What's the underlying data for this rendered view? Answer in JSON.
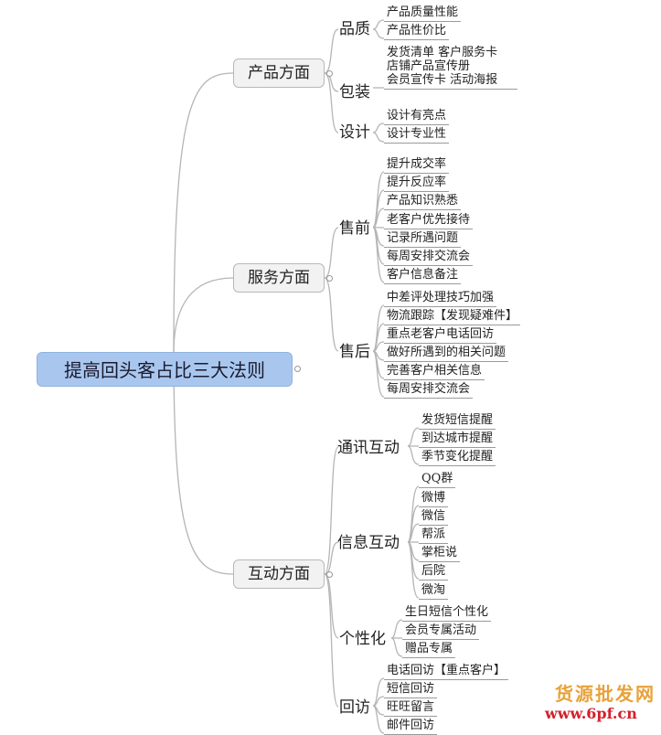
{
  "root": "提高回头客占比三大法则",
  "branches": [
    {
      "label": "产品方面",
      "subs": [
        {
          "label": "品质",
          "leaves": [
            "产品质量性能",
            "产品性价比"
          ]
        },
        {
          "label": "包装",
          "leaves": [
            "发货清单 客户服务卡",
            "店铺产品宣传册",
            "会员宣传卡 活动海报"
          ]
        },
        {
          "label": "设计",
          "leaves": [
            "设计有亮点",
            "设计专业性"
          ]
        }
      ]
    },
    {
      "label": "服务方面",
      "subs": [
        {
          "label": "售前",
          "leaves": [
            "提升成交率",
            "提升反应率",
            "产品知识熟悉",
            "老客户优先接待",
            "记录所遇问题",
            "每周安排交流会",
            "客户信息备注"
          ]
        },
        {
          "label": "售后",
          "leaves": [
            "中差评处理技巧加强",
            "物流跟踪【发现疑难件】",
            "重点老客户电话回访",
            "做好所遇到的相关问题",
            "完善客户相关信息",
            "每周安排交流会"
          ]
        }
      ]
    },
    {
      "label": "互动方面",
      "subs": [
        {
          "label": "通讯互动",
          "leaves": [
            "发货短信提醒",
            "到达城市提醒",
            "季节变化提醒"
          ]
        },
        {
          "label": "信息互动",
          "leaves": [
            "QQ群",
            "微博",
            "微信",
            "帮派",
            "掌柜说",
            "后院",
            "微淘"
          ]
        },
        {
          "label": "个性化",
          "leaves": [
            "生日短信个性化",
            "会员专属活动",
            "赠品专属"
          ]
        },
        {
          "label": "回访",
          "leaves": [
            "电话回访【重点客户】",
            "短信回访",
            "旺旺留言",
            "邮件回访"
          ]
        }
      ]
    }
  ],
  "watermark": {
    "line1": "货源批发网",
    "line2": "www.6pf.cn"
  }
}
